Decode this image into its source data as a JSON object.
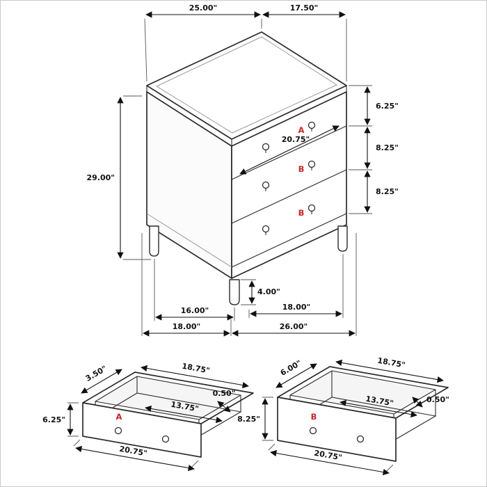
{
  "colors": {
    "label_accent": "#c62828",
    "line": "#2b2b2b",
    "dimension_text": "#111111"
  },
  "main_view": {
    "dims": {
      "top_width": "25.00\"",
      "top_depth": "17.50\"",
      "overall_height": "29.00\"",
      "top_drawer_height": "6.25\"",
      "middle_drawer_height": "8.25\"",
      "bottom_drawer_height": "8.25\"",
      "drawer_front_width": "20.75\"",
      "leg_height": "4.00\"",
      "bottom_span_left_inner": "16.00\"",
      "bottom_span_right_inner": "18.00\"",
      "bottom_span_left_outer": "18.00\"",
      "bottom_span_right_outer": "26.00\""
    },
    "drawer_labels": {
      "top": "A",
      "middle": "B",
      "bottom": "B"
    }
  },
  "drawer_a_detail": {
    "label": "A",
    "dims": {
      "box_side_height": "3.50\"",
      "inner_width": "18.75\"",
      "wall_thickness": "0.50\"",
      "front_height": "6.25\"",
      "inner_depth": "13.75\"",
      "front_width": "20.75\""
    }
  },
  "drawer_b_detail": {
    "label": "B",
    "dims": {
      "box_side_height": "6.00\"",
      "inner_width": "18.75\"",
      "wall_thickness": "0.50\"",
      "front_height": "8.25\"",
      "inner_depth": "13.75\"",
      "front_width": "20.75\""
    }
  }
}
